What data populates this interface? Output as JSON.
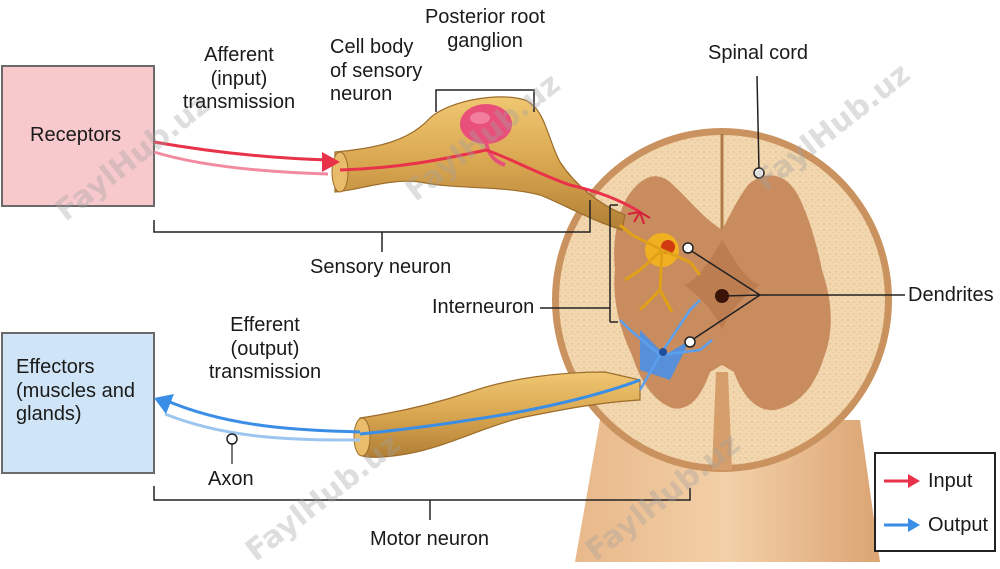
{
  "labels": {
    "receptors": "Receptors",
    "afferent": [
      "Afferent",
      "(input)",
      "transmission"
    ],
    "cell_body": [
      "Cell body",
      "of sensory",
      "neuron"
    ],
    "ganglion": [
      "Posterior root",
      "ganglion"
    ],
    "spinal_cord": "Spinal cord",
    "sensory_neuron": "Sensory neuron",
    "interneuron": "Interneuron",
    "dendrites": "Dendrites",
    "effectors": [
      "Effectors",
      "(muscles and",
      "glands)"
    ],
    "efferent": [
      "Efferent",
      "(output)",
      "transmission"
    ],
    "axon": "Axon",
    "motor_neuron": "Motor neuron"
  },
  "legend": {
    "input": "Input",
    "output": "Output"
  },
  "watermark": "FaylHub.uz",
  "colors": {
    "input": "#e8324a",
    "output": "#3a8ee6",
    "receptor_box": "#f8c9cc",
    "effector_box": "#cfe4f6",
    "nerve": "#d9ab55",
    "white_matter": "#f0d2a8",
    "gray_matter": "#c98c5f"
  }
}
